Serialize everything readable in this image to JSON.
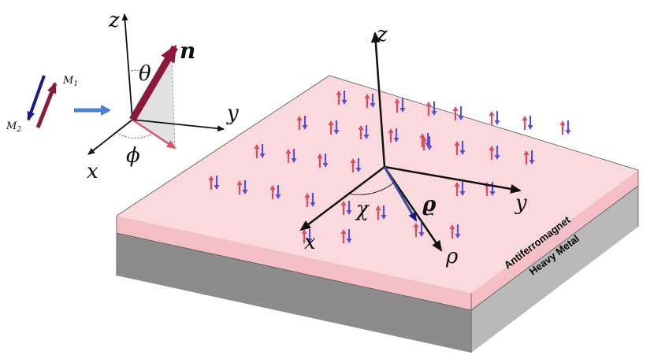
{
  "left_inset": {
    "moment_labels": {
      "m1": "M",
      "m1_sub": "1",
      "m2": "M",
      "m2_sub": "2"
    },
    "axes": {
      "x": "x",
      "y": "y",
      "z": "z"
    },
    "vector": "n",
    "angles": {
      "theta": "θ",
      "phi": "ϕ"
    }
  },
  "main": {
    "axes": {
      "x": "x",
      "y": "y",
      "z": "z",
      "rho": "ρ"
    },
    "vector": "ϱ",
    "angle": "χ",
    "layers": {
      "top": "Antiferromagnet",
      "bottom": "Heavy Metal"
    }
  },
  "colors": {
    "afm_top": "#fadadd",
    "afm_side": "#f4c0c6",
    "hm_side": "#8c8c8c",
    "hm_right": "#b9b9b9",
    "spin_up": "#e8465c",
    "spin_down": "#5a4fcf",
    "n_vector": "#8b1a3a",
    "m2_vector": "#1a1a8c",
    "proj_vector": "#e0506a",
    "transition_arrow": "#4a7fd4"
  }
}
